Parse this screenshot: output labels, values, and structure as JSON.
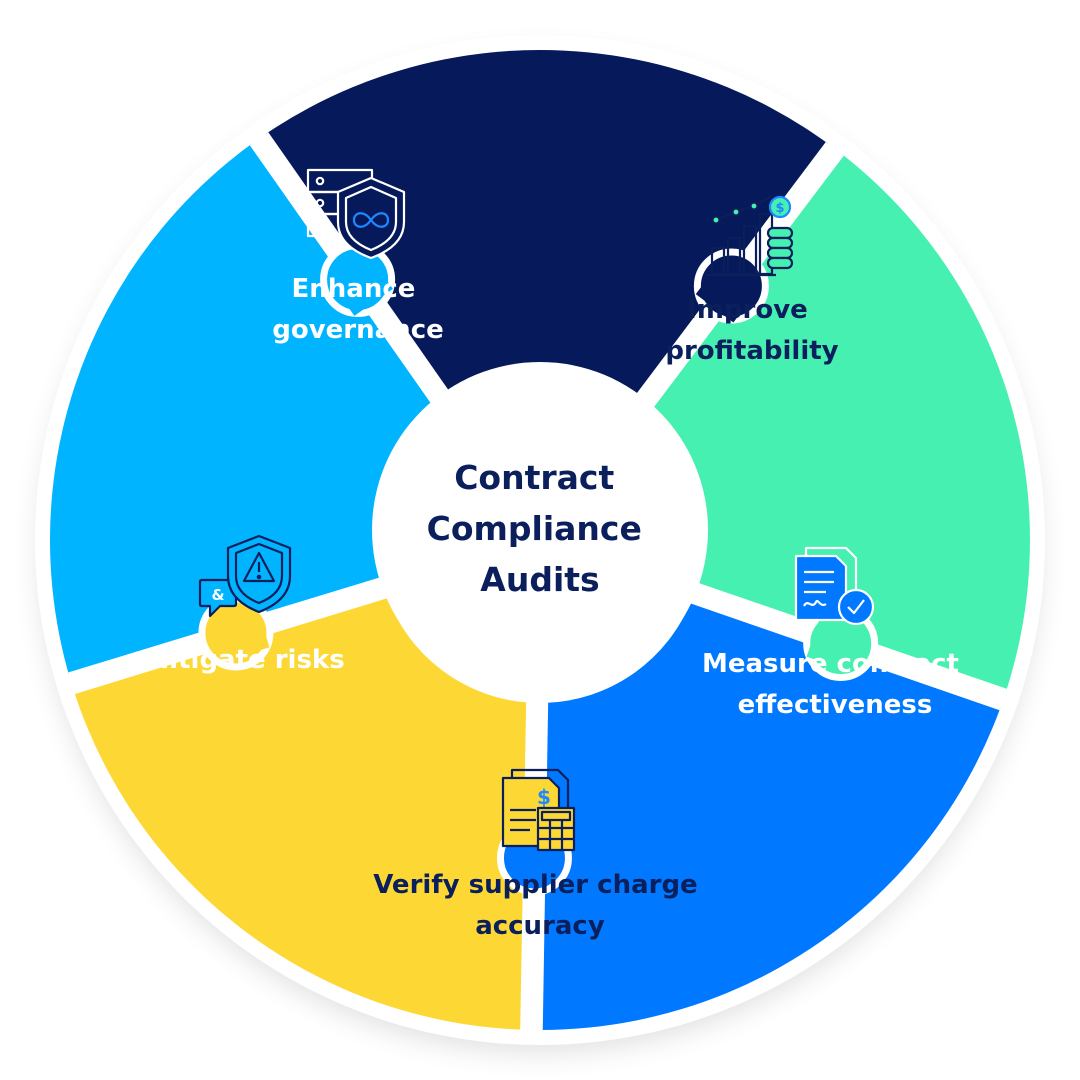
{
  "center": {
    "lines": [
      "Contract",
      "Compliance",
      "Audits"
    ]
  },
  "segments": [
    {
      "id": "governance",
      "lines": [
        "Enhance",
        "governance"
      ],
      "icon": "server-shield-icon",
      "fill": "#06195B",
      "text_color": "#FFFFFF",
      "icon_color": "#FFFFFF"
    },
    {
      "id": "profitability",
      "lines": [
        "Improve",
        "profitability"
      ],
      "icon": "growth-chart-coins-icon",
      "fill": "#46F0B0",
      "text_color": "#0A1F5C",
      "icon_color": "#0A1F5C"
    },
    {
      "id": "effectiveness",
      "lines": [
        "Measure contract",
        "effectiveness"
      ],
      "icon": "signed-contract-check-icon",
      "fill": "#0078FF",
      "text_color": "#FFFFFF",
      "icon_color": "#FFFFFF"
    },
    {
      "id": "accuracy",
      "lines": [
        "Verify supplier charge",
        "accuracy"
      ],
      "icon": "invoice-calculator-icon",
      "fill": "#FDD835",
      "text_color": "#0A1F5C",
      "icon_color": "#0A1F5C"
    },
    {
      "id": "risks",
      "lines": [
        "Mitigate risks"
      ],
      "icon": "warning-shield-chat-icon",
      "fill": "#00B4FF",
      "text_color": "#FFFFFF",
      "icon_color": "#0A1F5C"
    }
  ],
  "colors": {
    "center_fill": "#FFFFFF",
    "center_text": "#0A1F5C",
    "gap": "#FFFFFF",
    "accent_blue": "#1E88FF"
  }
}
